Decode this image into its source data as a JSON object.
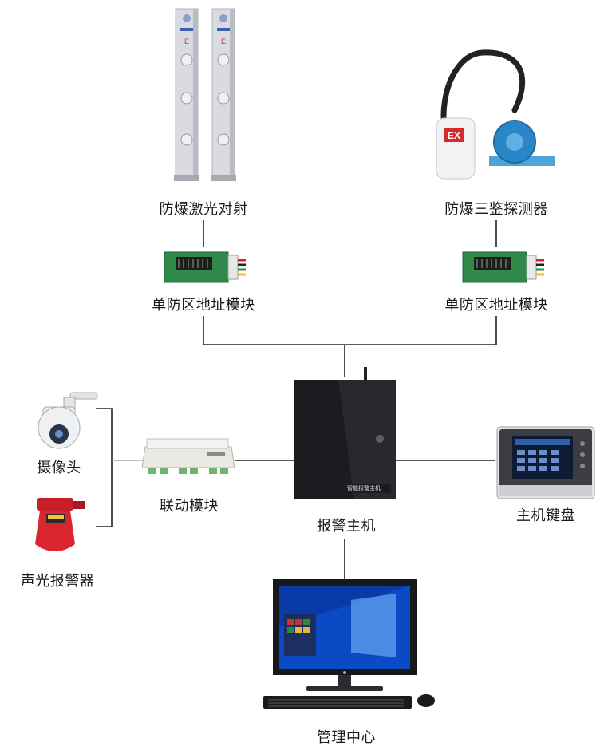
{
  "diagram": {
    "nodes": {
      "laser": {
        "label": "防爆激光对射"
      },
      "detector": {
        "label": "防爆三鉴探测器"
      },
      "module_left": {
        "label": "单防区地址模块"
      },
      "module_right": {
        "label": "单防区地址模块"
      },
      "camera": {
        "label": "摄像头"
      },
      "alarm": {
        "label": "声光报警器"
      },
      "linkage": {
        "label": "联动模块"
      },
      "host": {
        "label": "报警主机",
        "brand_text": "智能报警主机"
      },
      "keyboard": {
        "label": "主机键盘"
      },
      "center": {
        "label": "管理中心"
      }
    },
    "badges": {
      "ex": "EX"
    }
  }
}
